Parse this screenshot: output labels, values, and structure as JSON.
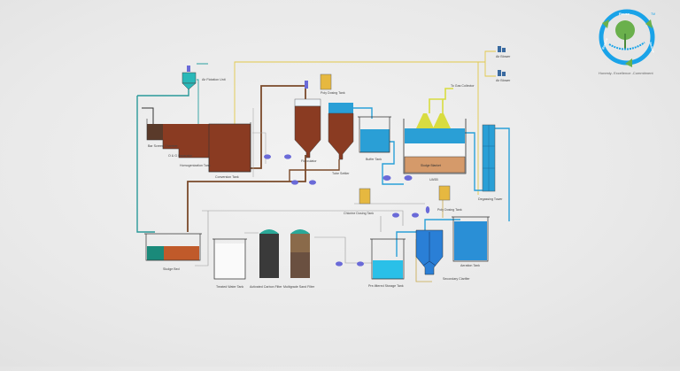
{
  "diagram": {
    "title": "Effluent Treatment Plant Process Flow",
    "labels": {
      "air_flotation_unit": "Air Flotation Unit",
      "bar_screen": "Bar Screen Chamber",
      "og_separator": "O & G Separator",
      "homogenization_tank": "Homogenization Tank",
      "conversion_tank": "Conversion Tank",
      "poly_dosing_tank_top": "Poly Dosing Tank",
      "flocculator": "Flocculator",
      "tube_settler": "Tube Settler",
      "buffer_tank": "Buffer Tank",
      "to_gas": "To Gas Collector",
      "sludge_blanket": "Sludge Blanket",
      "uasb": "UASB",
      "air_blower_1": "Air Blower",
      "air_blower_2": "Air Blower",
      "degassing_tower": "Degassing Tower",
      "chlorine_dosing_tank": "Chlorine Dosing Tank",
      "poly_dosing_tank_bottom": "Poly Dosing Tank",
      "sludge_bed": "Sludge Bed",
      "treated_water_tank": "Treated Water Tank",
      "activated_carbon_filter": "Activated Carbon Filter",
      "multigrade_sand_filter": "Multigrade Sand Filter",
      "storage_tank": "Pre-filtered Storage Tank",
      "secondary_clarifier": "Secondary Clarifier",
      "aeration_tank": "Aeration Tank"
    }
  },
  "logo": {
    "top": "Reuse",
    "right": "Reduce",
    "left": "Recycle",
    "trademark": "TM",
    "tagline": "Honesty- Excellence -Commitment"
  },
  "colors": {
    "water": "#2a9fd6",
    "sludge": "#8a3b22",
    "pipe_brown": "#7a4a2a",
    "pipe_blue": "#2aa0d8",
    "pipe_yellow": "#e2c84a",
    "pump": "#6a6ad8",
    "logo_blue": "#1aa3e8",
    "logo_green": "#6ab04c"
  }
}
